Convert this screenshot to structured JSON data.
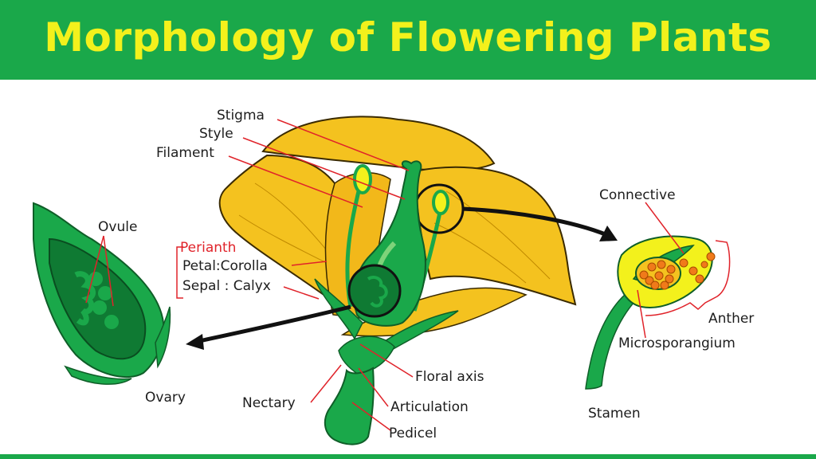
{
  "title": "Morphology of Flowering Plants",
  "colors": {
    "banner": "#1aa84a",
    "title_text": "#f3f11c",
    "leader_lines": "#e0232a",
    "petal": "#f4c21f",
    "green_tissue": "#1aa84a",
    "dark_green": "#0f7a33",
    "pollen": "#f07a1a"
  },
  "labels": {
    "stigma": "Stigma",
    "style": "Style",
    "filament": "Filament",
    "ovule": "Ovule",
    "perianth": "Perianth",
    "petal": "Petal:Corolla",
    "sepal": "Sepal : Calyx",
    "ovary": "Ovary",
    "nectary": "Nectary",
    "floral_axis": "Floral axis",
    "articulation": "Articulation",
    "pedicel": "Pedicel",
    "connective": "Connective",
    "anther": "Anther",
    "microsporangium": "Microsporangium",
    "stamen": "Stamen"
  },
  "icons": [
    "flower-illustration",
    "ovary-section",
    "stamen-detail",
    "arrow-right",
    "arrow-left"
  ]
}
